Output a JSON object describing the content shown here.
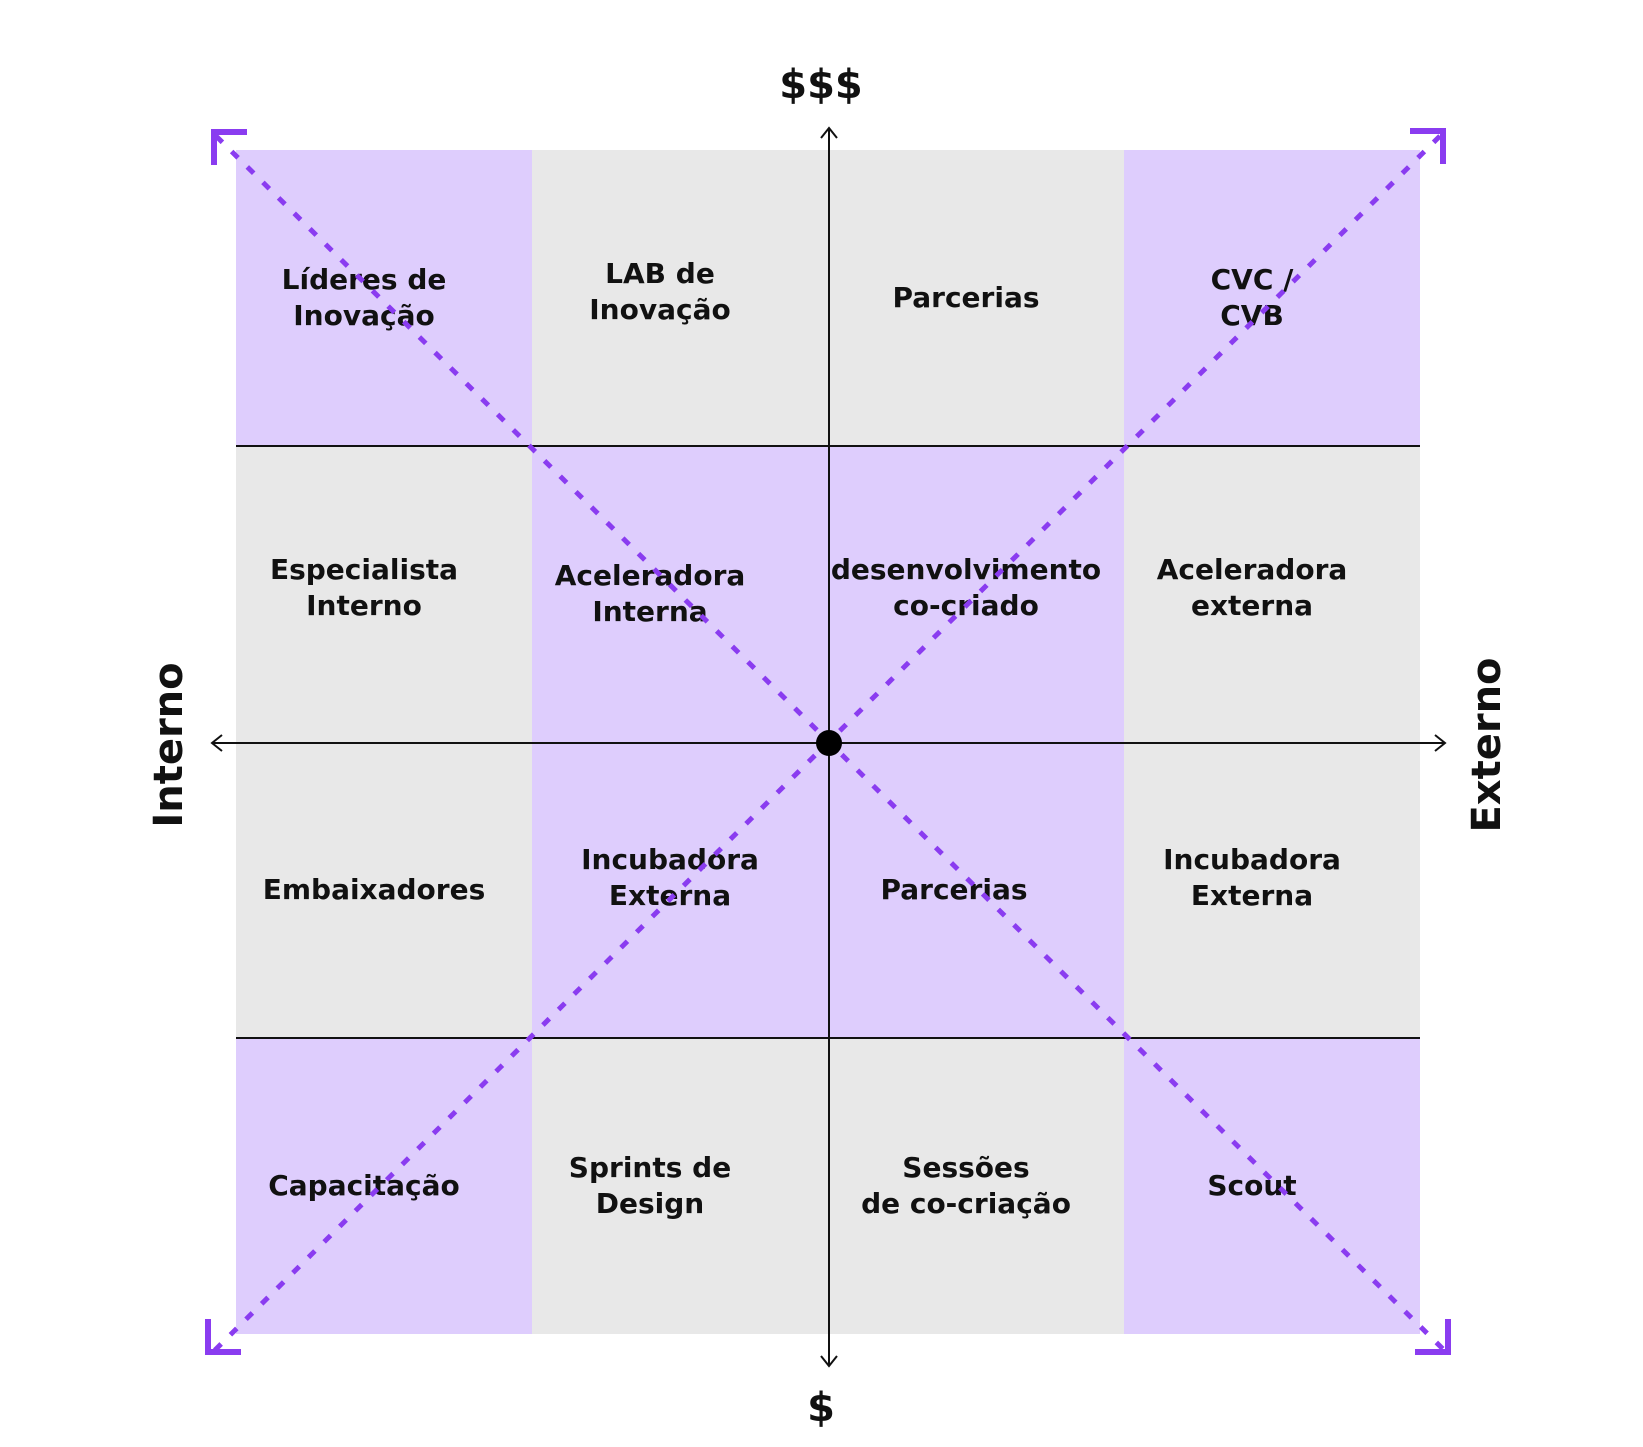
{
  "colors": {
    "lavender": "#decdfd",
    "gray": "#e8e8e8",
    "accent": "#8a3cf0",
    "axis": "#111111"
  },
  "axes": {
    "top": "$$$",
    "bottom": "$",
    "left": "Interno",
    "right": "Externo"
  },
  "grid": {
    "rows": [
      [
        {
          "label": "Líderes de\nInovação",
          "fill": "lavender"
        },
        {
          "label": "LAB de\nInovação",
          "fill": "gray"
        },
        {
          "label": "Parcerias",
          "fill": "gray"
        },
        {
          "label": "CVC /\nCVB",
          "fill": "lavender"
        }
      ],
      [
        {
          "label": "Especialista\nInterno",
          "fill": "gray"
        },
        {
          "label": "Aceleradora\nInterna",
          "fill": "lavender"
        },
        {
          "label": "desenvolvimento\nco-criado",
          "fill": "lavender"
        },
        {
          "label": "Aceleradora\nexterna",
          "fill": "gray"
        }
      ],
      [
        {
          "label": "Embaixadores",
          "fill": "gray"
        },
        {
          "label": "Incubadora\nExterna",
          "fill": "lavender"
        },
        {
          "label": "Parcerias",
          "fill": "lavender"
        },
        {
          "label": "Incubadora\nExterna",
          "fill": "gray"
        }
      ],
      [
        {
          "label": "Capacitação",
          "fill": "lavender"
        },
        {
          "label": "Sprints de\nDesign",
          "fill": "gray"
        },
        {
          "label": "Sessões\nde co-criação",
          "fill": "gray"
        },
        {
          "label": "Scout",
          "fill": "lavender"
        }
      ]
    ]
  }
}
